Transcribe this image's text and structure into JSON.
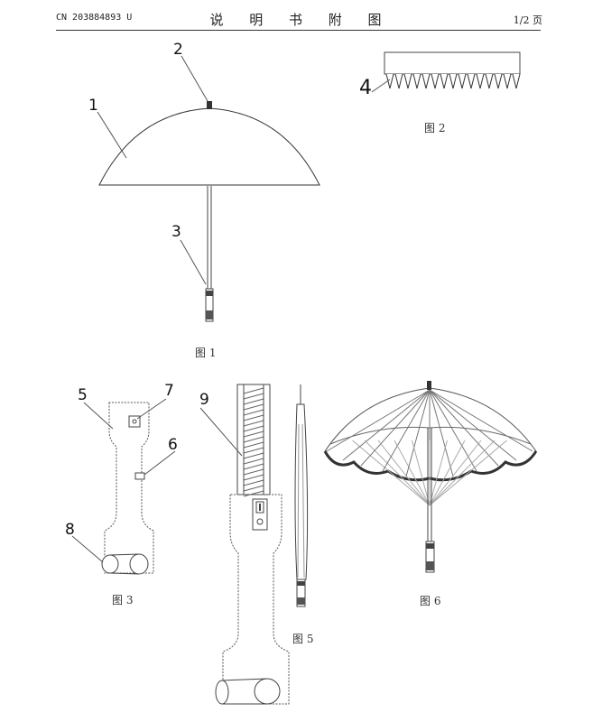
{
  "header": {
    "left": "CN 203884893 U",
    "center": "说 明 书 附 图",
    "right": "1/2 页"
  },
  "figures": {
    "fig1": {
      "caption": "图 1",
      "labels": [
        "1",
        "2",
        "3"
      ]
    },
    "fig2": {
      "caption": "图 2",
      "labels": [
        "4"
      ]
    },
    "fig3": {
      "caption": "图 3",
      "labels": [
        "5",
        "7",
        "6",
        "8"
      ]
    },
    "fig5": {
      "caption": "图 5",
      "labels": [
        "9"
      ]
    },
    "fig6": {
      "caption": "图 6"
    }
  }
}
